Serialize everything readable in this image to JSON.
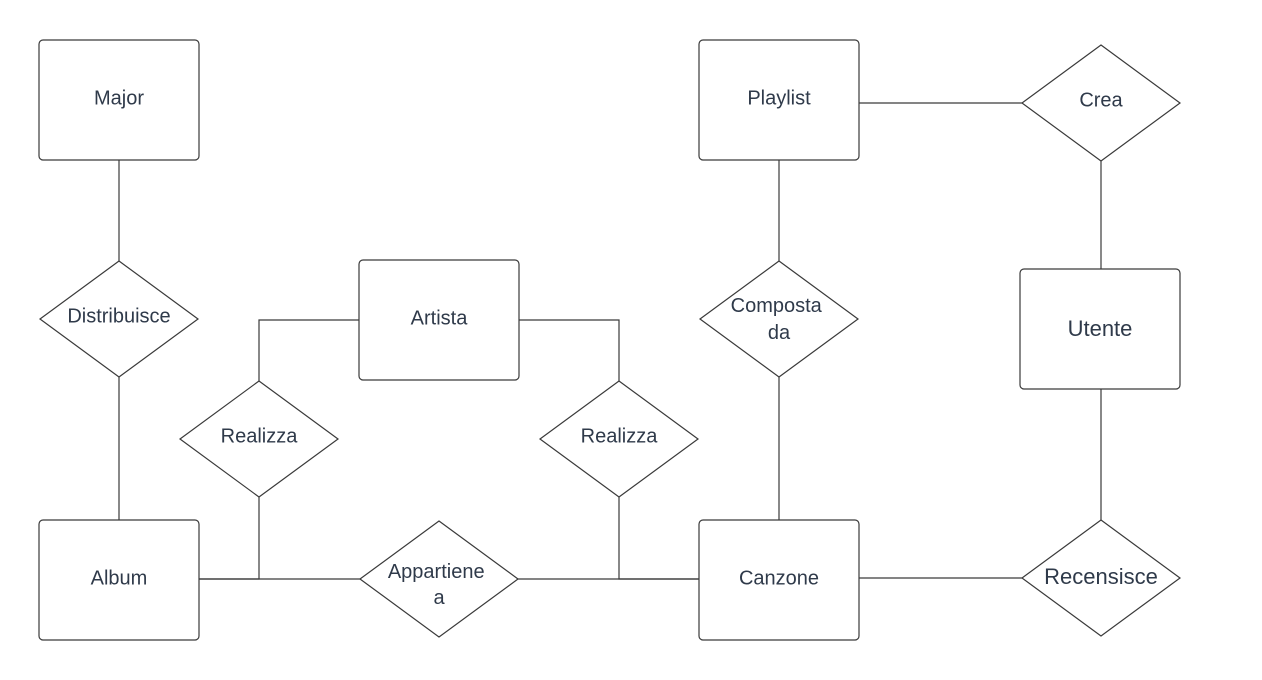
{
  "entities": {
    "major": "Major",
    "playlist": "Playlist",
    "artista": "Artista",
    "utente": "Utente",
    "album": "Album",
    "canzone": "Canzone"
  },
  "relations": {
    "crea": "Crea",
    "distribuisce": "Distribuisce",
    "composta_da": [
      "Composta",
      "da"
    ],
    "realizza_album": "Realizza",
    "realizza_canzone": "Realizza",
    "appartiene_a": [
      "Appartiene",
      "a"
    ],
    "recensisce": "Recensisce"
  }
}
